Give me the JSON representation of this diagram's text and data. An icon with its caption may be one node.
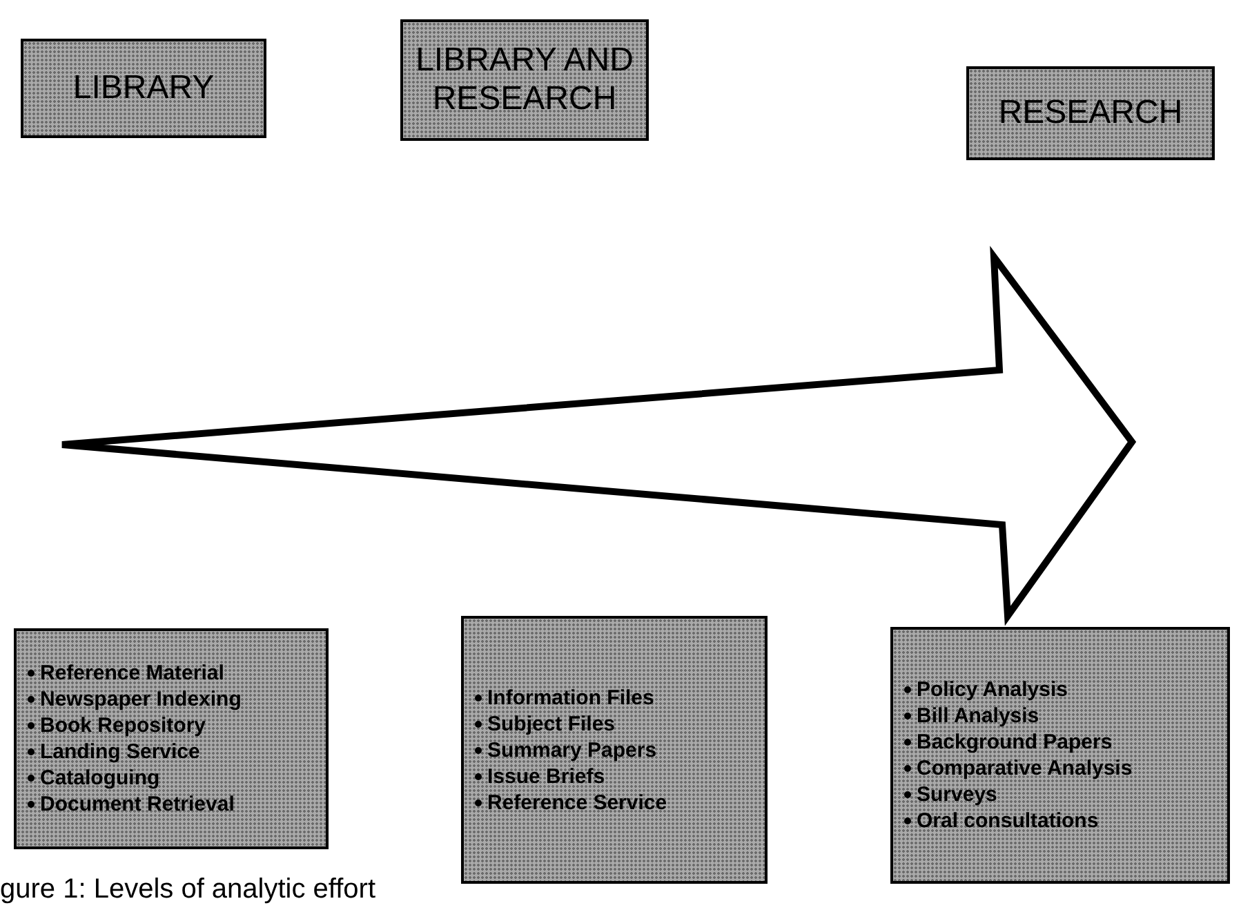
{
  "diagram": {
    "caption": "gure 1: Levels of analytic effort",
    "nodes": [
      {
        "text": [
          "LIBRARY"
        ]
      },
      {
        "text": [
          "LIBRARY AND RESEARCH"
        ]
      },
      {
        "text": [
          "RESEARCH"
        ]
      },
      {
        "text": [
          "Reference Material",
          "Newspaper Indexing",
          "Book Repository",
          "Landing Service",
          "Cataloguing",
          "Document Retrieval"
        ]
      },
      {
        "text": [
          "Information Files",
          "Subject Files",
          "Summary Papers",
          "Issue Briefs",
          "Reference Service"
        ]
      },
      {
        "text": [
          "Policy Analysis",
          "Bill Analysis",
          "Background Papers",
          "Comparative Analysis",
          "Surveys",
          "Oral consultations"
        ]
      }
    ]
  }
}
